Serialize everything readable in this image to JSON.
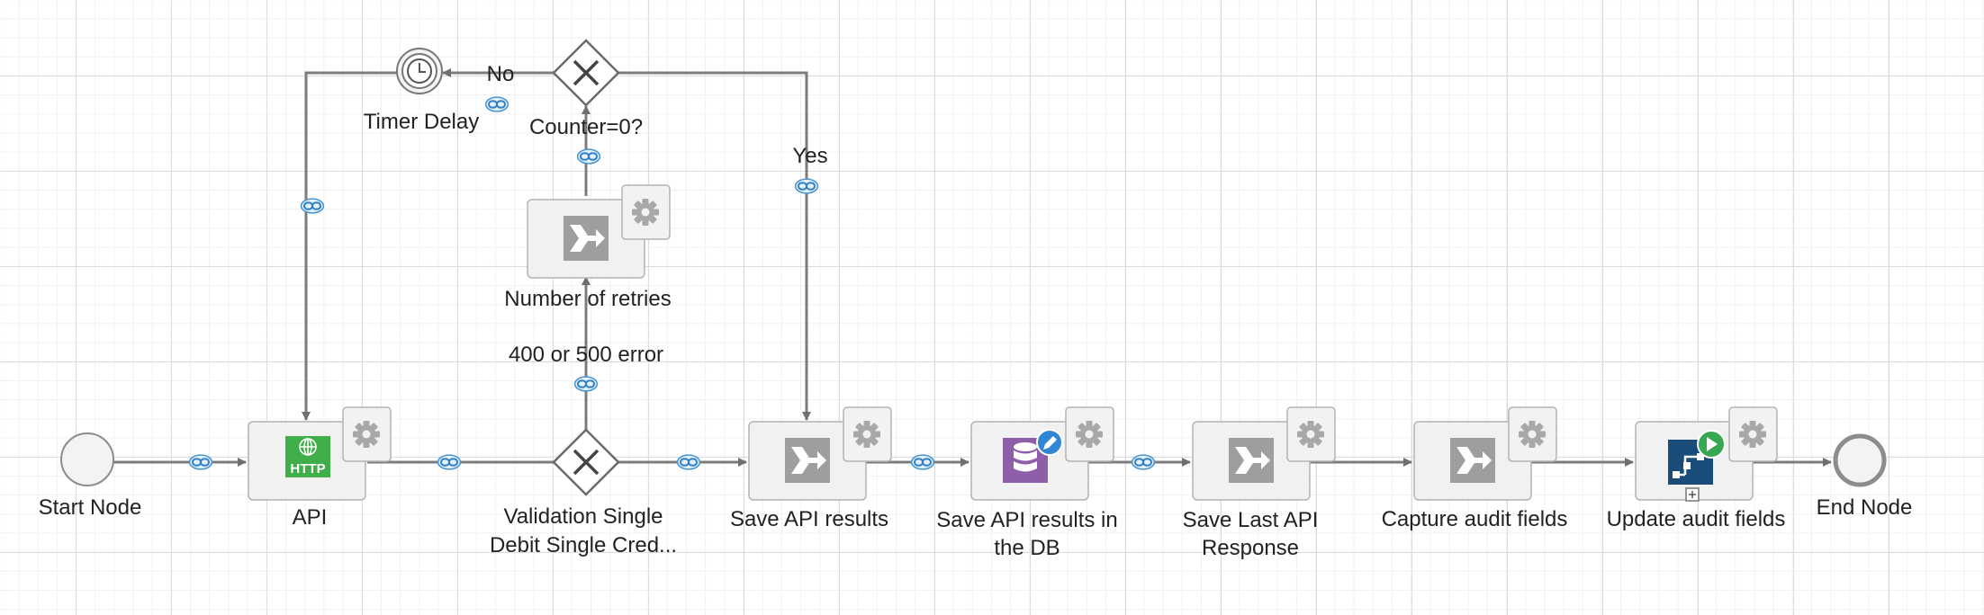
{
  "nodes": {
    "start": "Start Node",
    "api": "API",
    "api_icon_text": "HTTP",
    "validation_line1": "Validation Single",
    "validation_line2": "Debit Single Cred...",
    "save_api_results": "Save API results",
    "save_db_line1": "Save API results in",
    "save_db_line2": "the DB",
    "save_last_line1": "Save Last API",
    "save_last_line2": "Response",
    "capture_audit": "Capture audit fields",
    "update_audit": "Update audit fields",
    "end": "End Node",
    "retries": "Number of retries",
    "counter": "Counter=0?",
    "timer": "Timer Delay"
  },
  "edge_labels": {
    "error": "400 or 500 error",
    "yes": "Yes",
    "no": "No"
  },
  "colors": {
    "http_green": "#3fae49",
    "db_purple": "#8e5ea8",
    "badge_blue": "#2f86d4",
    "subprocess_navy": "#1a4c7a",
    "play_green": "#37a852"
  },
  "icons": {
    "service_task": "arrow-merge-icon",
    "gear": "gear-icon",
    "link": "link-icon",
    "timer": "clock-icon"
  }
}
